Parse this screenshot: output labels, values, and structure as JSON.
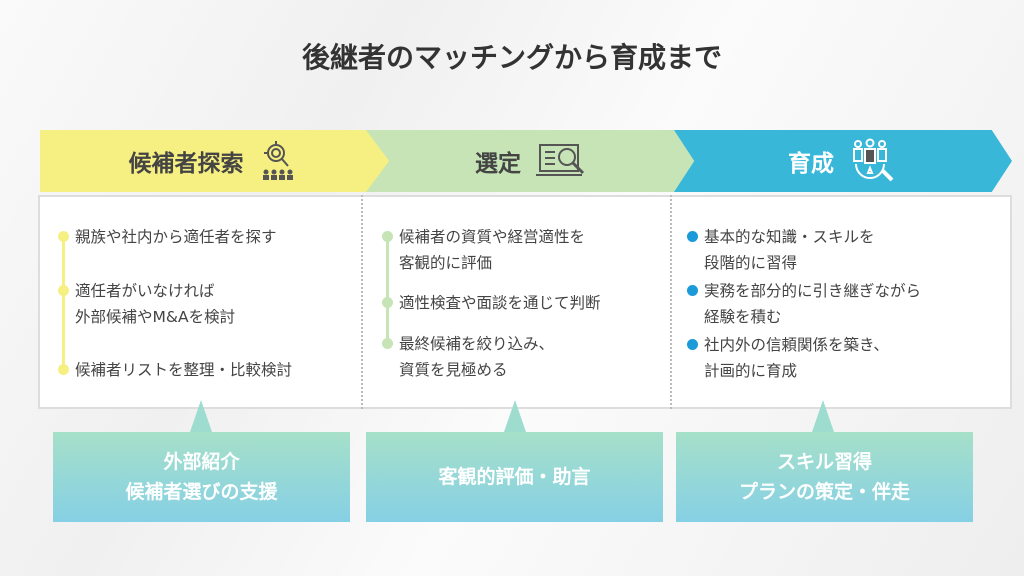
{
  "title": "後継者のマッチングから育成まで",
  "stages": [
    {
      "label": "候補者探索",
      "icon": "target-people-icon",
      "color": "#f6ef82",
      "bullet_color": "#f6ef82",
      "items": [
        [
          "親族や社内から適任者を探す"
        ],
        [
          "適任者がいなければ",
          "外部候補やM&Aを検討"
        ],
        [
          "候補者リストを整理・比較検討"
        ]
      ],
      "callout": [
        "外部紹介",
        "候補者選びの支援"
      ]
    },
    {
      "label": "選定",
      "icon": "checklist-magnifier-icon",
      "color": "#c6e4b6",
      "bullet_color": "#c6e4b6",
      "items": [
        [
          "候補者の資質や経営適性を",
          "客観的に評価"
        ],
        [
          "適性検査や面談を通じて判断"
        ],
        [
          "最終候補を絞り込み、",
          "資質を見極める"
        ]
      ],
      "callout": [
        "客観的評価・助言"
      ]
    },
    {
      "label": "育成",
      "icon": "people-growth-icon",
      "color": "#38b7d9",
      "bullet_color": "#1a9ad9",
      "items": [
        [
          "基本的な知識・スキルを",
          "段階的に習得"
        ],
        [
          "実務を部分的に引き継ぎながら",
          "経験を積む"
        ],
        [
          "社内外の信頼関係を築き、",
          "計画的に育成"
        ]
      ],
      "callout": [
        "スキル習得",
        "プランの策定・伴走"
      ]
    }
  ]
}
